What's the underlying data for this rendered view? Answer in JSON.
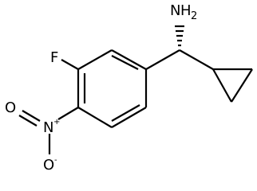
{
  "molecule": {
    "atoms": {
      "amine": {
        "symbol": "N",
        "hydrogens": "H",
        "count": "2"
      },
      "fluorine": {
        "symbol": "F"
      },
      "nitro_nitrogen": {
        "symbol": "N",
        "charge": "+"
      },
      "nitro_oxygen_double": {
        "symbol": "O"
      },
      "nitro_oxygen_single": {
        "symbol": "O",
        "charge": "-"
      }
    },
    "colors": {
      "bonds": "#000000",
      "labels": "#000000",
      "background": "#ffffff"
    }
  }
}
